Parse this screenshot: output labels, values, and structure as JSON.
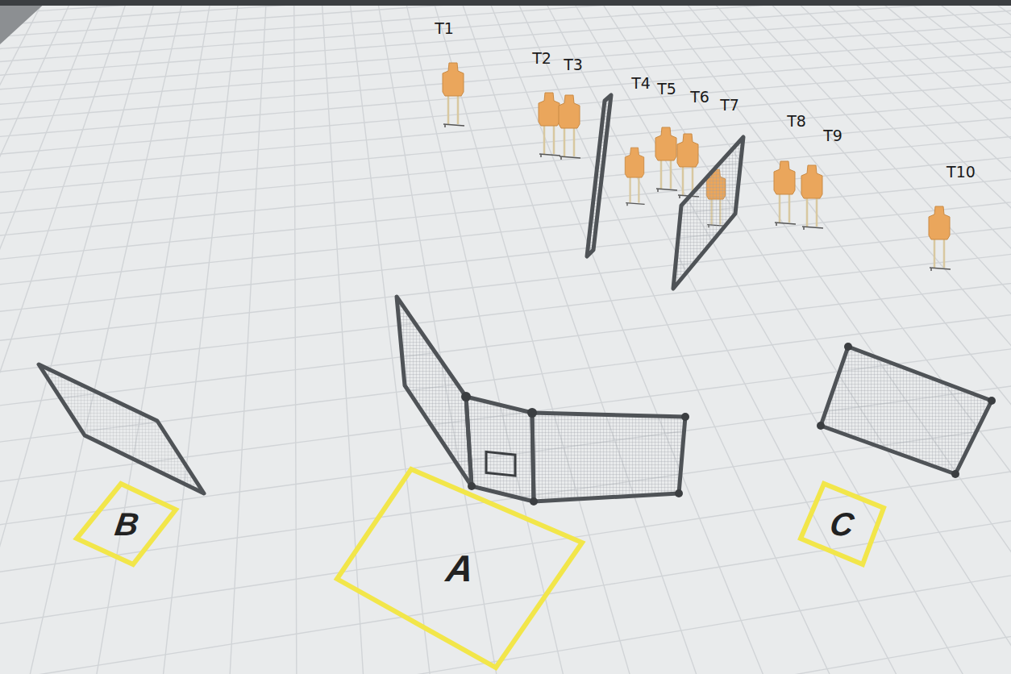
{
  "diagram": {
    "nodes": [
      {
        "text": [
          "B"
        ]
      },
      {
        "text": [
          "A"
        ]
      },
      {
        "text": [
          "C"
        ]
      }
    ],
    "labels": [
      "T1",
      "T2",
      "T3",
      "T4",
      "T5",
      "T6",
      "T7",
      "T8",
      "T9",
      "T10"
    ]
  }
}
